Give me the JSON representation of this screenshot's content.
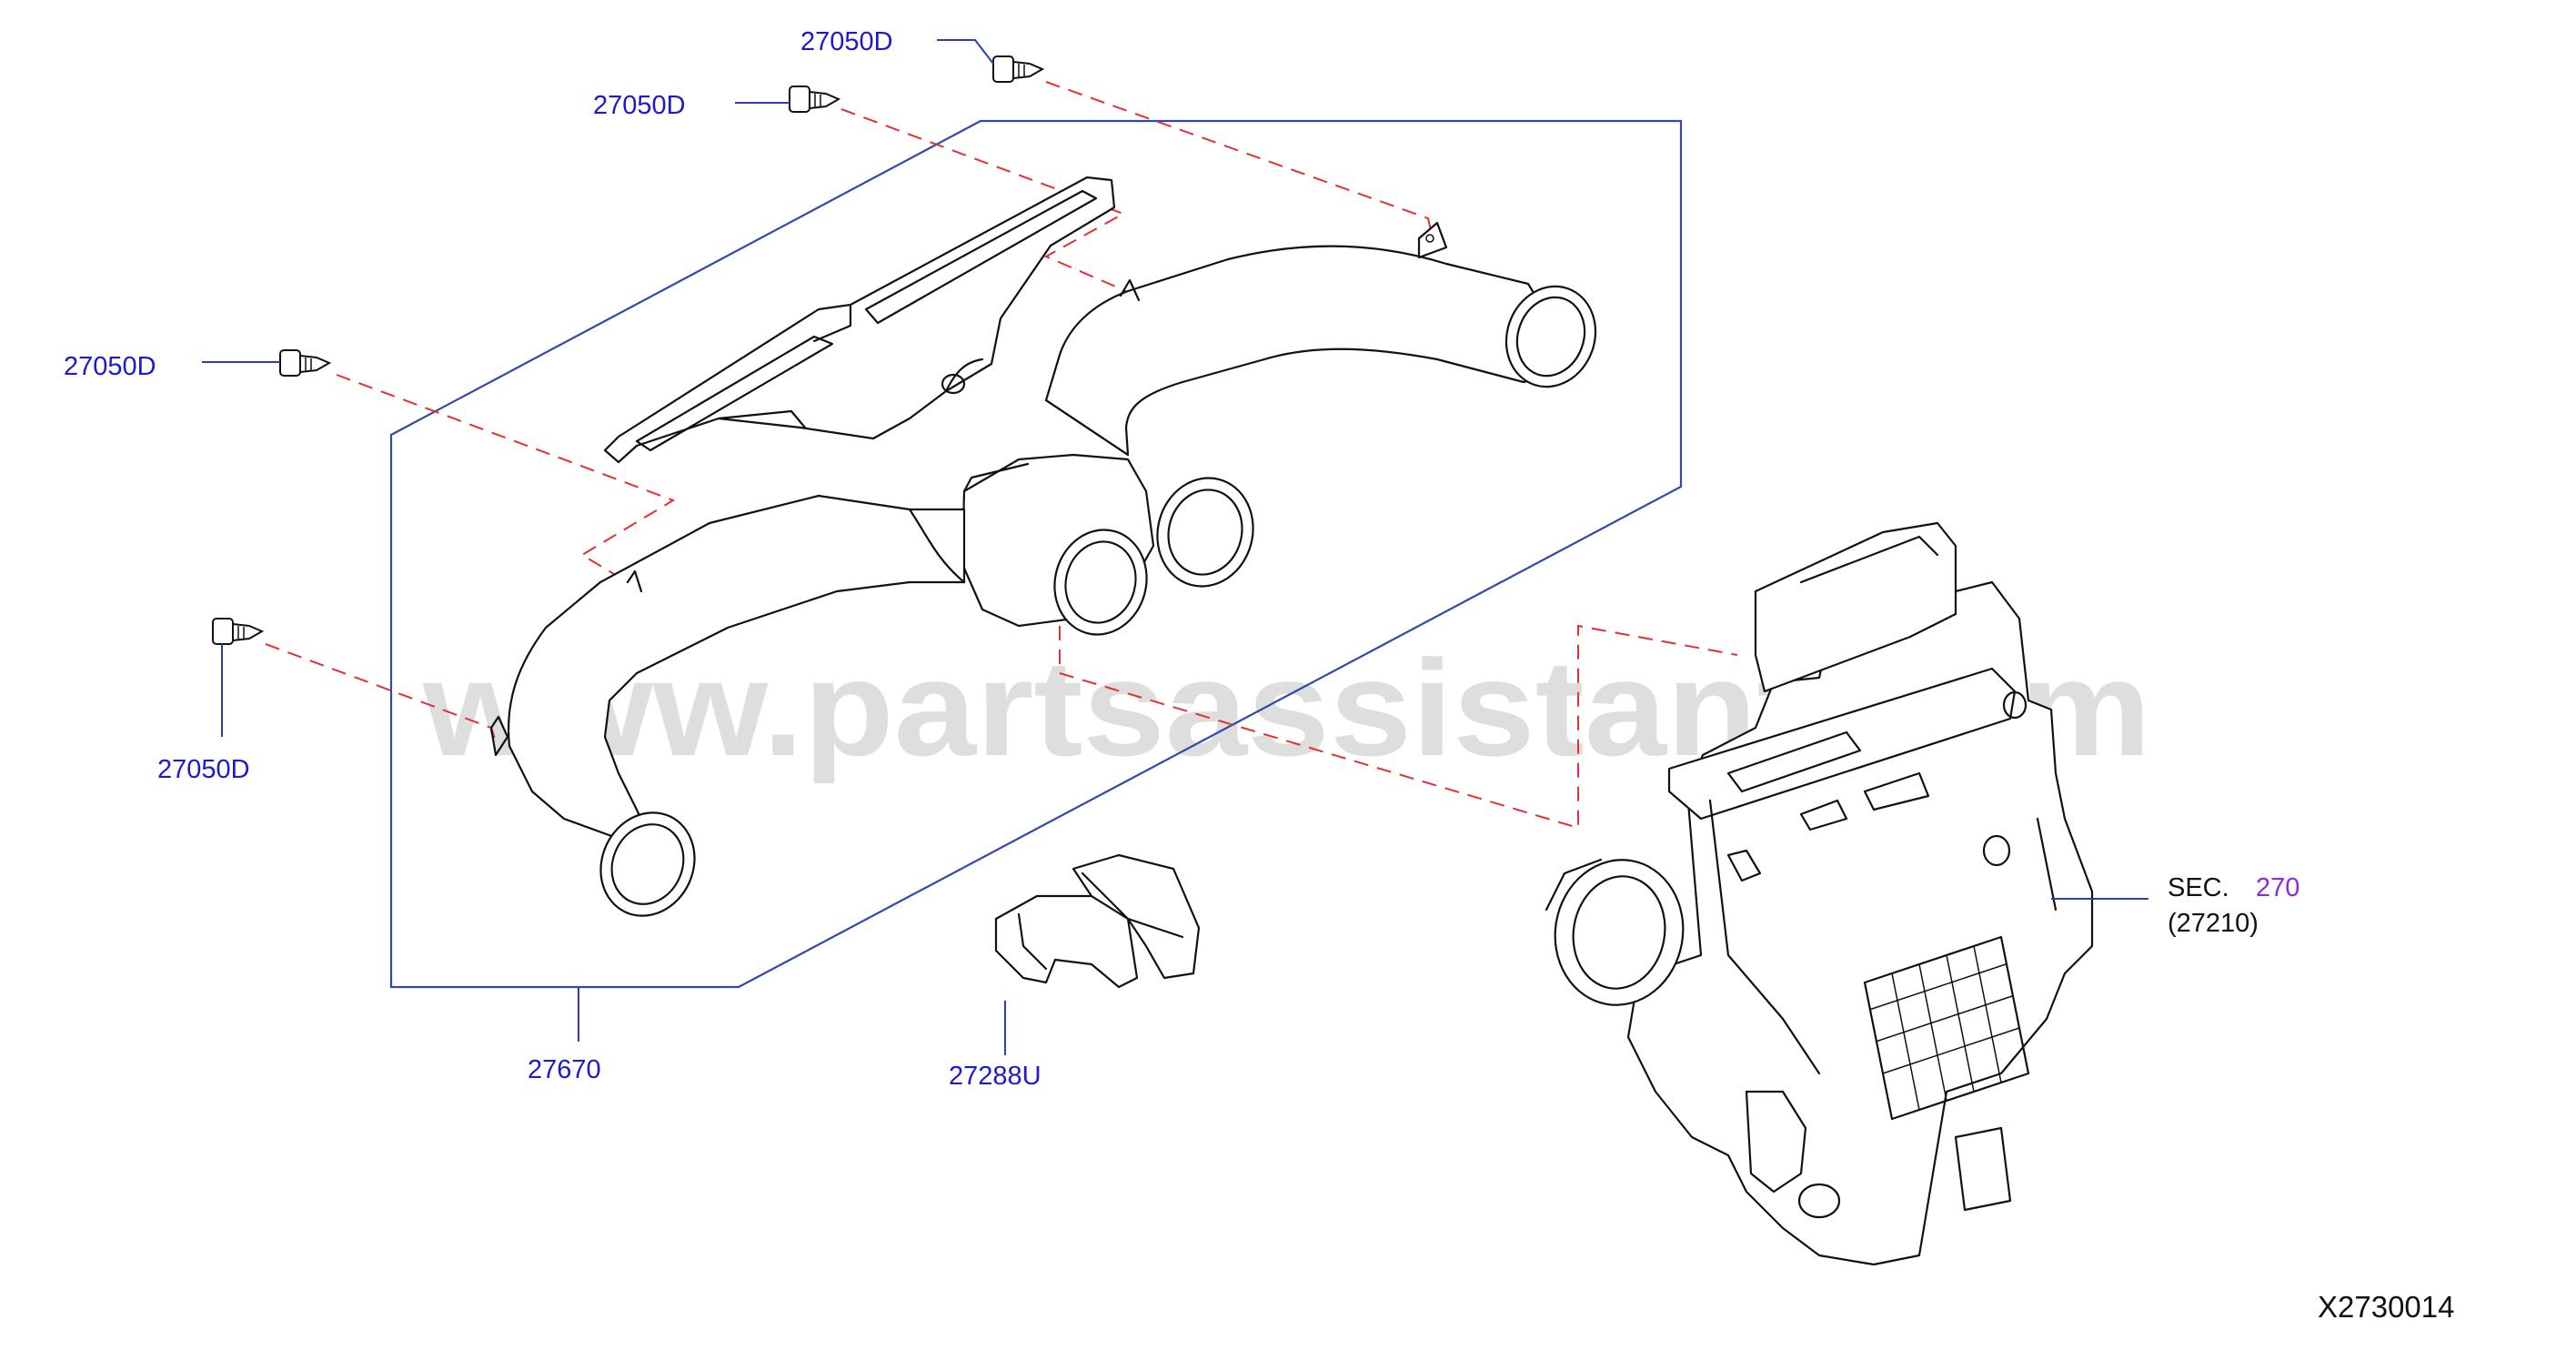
{
  "watermark": "www.partsassistant.com",
  "diagram_id": "X2730014",
  "colors": {
    "part_label": "#1a1ad0",
    "frame_line": "#2f4aa8",
    "guide_dash": "#e53030",
    "section_ref": "#8a2be2"
  },
  "callouts": {
    "clip_top_right": "27050D",
    "clip_top_left": "27050D",
    "clip_mid_left": "27050D",
    "clip_lower_left": "27050D",
    "duct_assembly": "27670",
    "duct_connector": "27288U"
  },
  "section_ref": {
    "prefix": "SEC.",
    "number": "270",
    "part": "(27210)"
  }
}
